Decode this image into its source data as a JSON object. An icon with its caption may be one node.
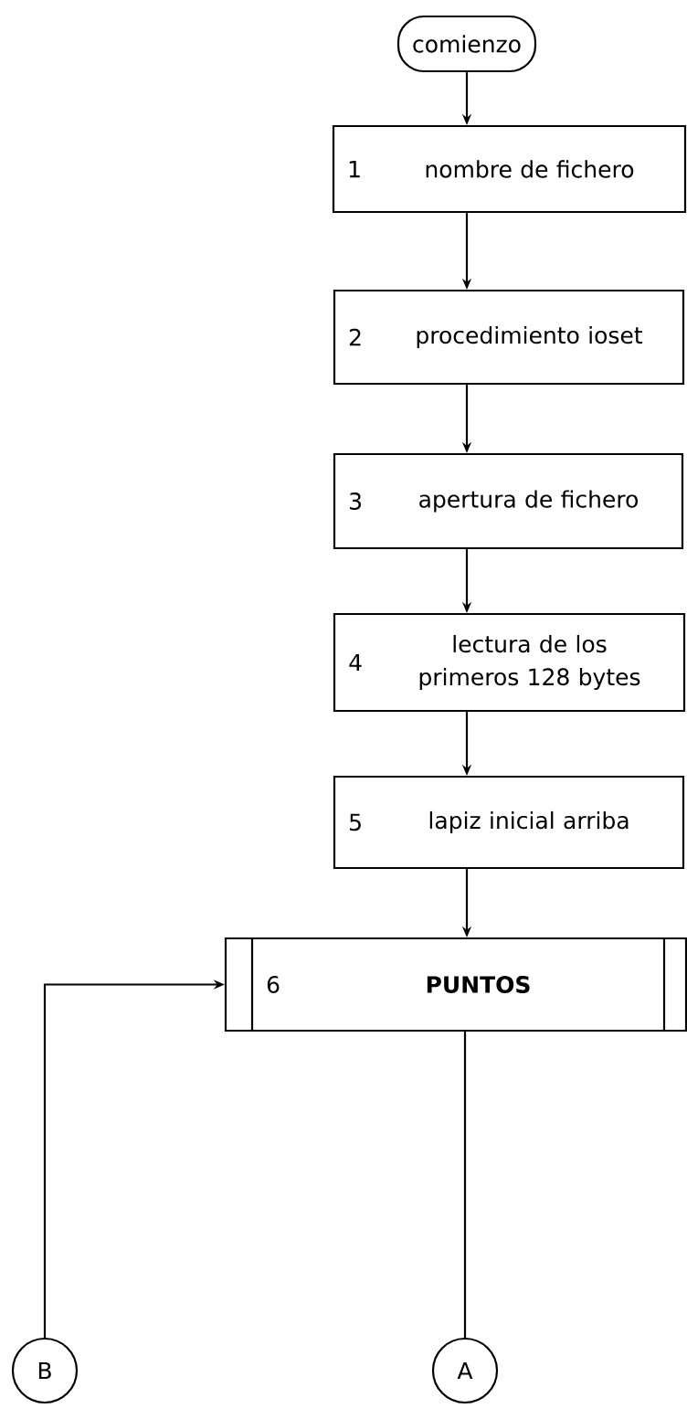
{
  "diagram": {
    "nodes": [
      {
        "text": [
          "comienzo"
        ]
      },
      {
        "text": [
          "1",
          "nombre de fichero"
        ]
      },
      {
        "text": [
          "2",
          "procedimiento ioset"
        ]
      },
      {
        "text": [
          "3",
          "apertura de fichero"
        ]
      },
      {
        "text": [
          "4",
          "lectura de los primeros 128 bytes"
        ]
      },
      {
        "text": [
          "5",
          "lapiz inicial arriba"
        ]
      },
      {
        "text": [
          "6",
          "PUNTOS"
        ]
      },
      {
        "text": [
          "B"
        ]
      },
      {
        "text": [
          "A"
        ]
      }
    ],
    "edges": [
      {
        "from": 0,
        "to": 1,
        "arrow": "to"
      },
      {
        "from": 1,
        "to": 2,
        "arrow": "to"
      },
      {
        "from": 2,
        "to": 3,
        "arrow": "to"
      },
      {
        "from": 3,
        "to": 4,
        "arrow": "to"
      },
      {
        "from": 4,
        "to": 5,
        "arrow": "to"
      },
      {
        "from": 5,
        "to": 6,
        "arrow": "to"
      },
      {
        "from": 7,
        "to": 6,
        "arrow": "to"
      },
      {
        "from": 6,
        "to": 8,
        "arrow": "none"
      }
    ]
  }
}
